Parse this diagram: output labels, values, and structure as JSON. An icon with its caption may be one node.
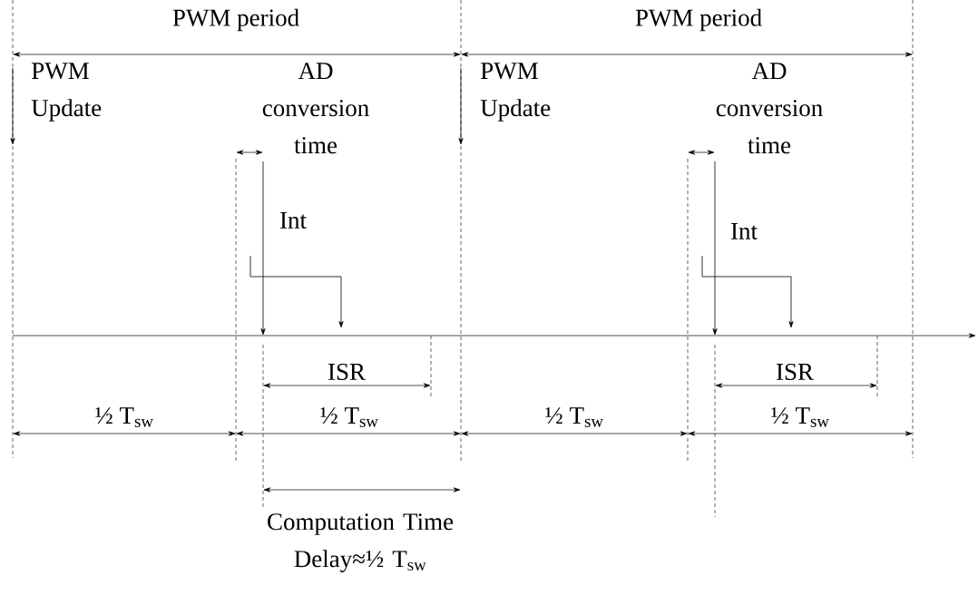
{
  "diagram": {
    "labels": [
      "PWM period",
      "PWM period",
      "PWM Update",
      "AD conversion time",
      "PWM Update",
      "AD conversion time",
      "Int",
      "Int",
      "ISR",
      "ISR",
      "½ T$_{sw}$",
      "½ T$_{sw}$",
      "½ T$_{sw}$",
      "½ T$_{sw}$",
      "Computation Time Delay≈½ T$_{sw}$"
    ]
  }
}
